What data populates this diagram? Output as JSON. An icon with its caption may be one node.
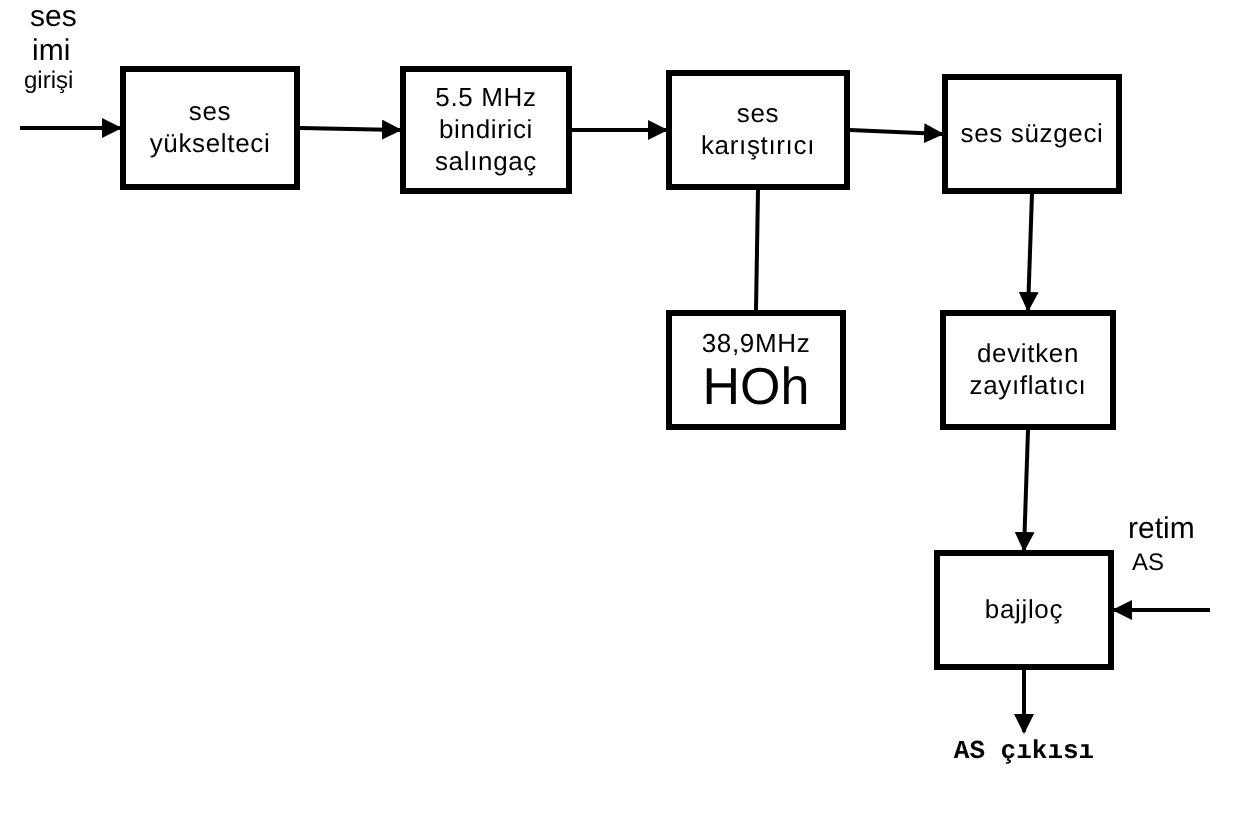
{
  "diagram": {
    "nodes": [
      {
        "text": [
          "ses yükselteci"
        ]
      },
      {
        "text": [
          "5.5 MHz bindirici salıngaç"
        ]
      },
      {
        "text": [
          "ses karıştırıcı"
        ]
      },
      {
        "text": [
          "ses süzgeci"
        ]
      },
      {
        "text": [
          "38,9MHz",
          "HOh"
        ]
      },
      {
        "text": [
          "devitken zayıflatıcı"
        ]
      },
      {
        "text": [
          "bajjloç"
        ]
      },
      {
        "text": [
          "AS çıkısı"
        ]
      }
    ],
    "edges": [
      {
        "from": null,
        "to": 0,
        "arrow": "to"
      },
      {
        "from": 0,
        "to": 1,
        "arrow": "to"
      },
      {
        "from": 1,
        "to": 2,
        "arrow": "to"
      },
      {
        "from": 2,
        "to": 3,
        "arrow": "to"
      },
      {
        "from": 2,
        "to": 4,
        "arrow": "none"
      },
      {
        "from": 3,
        "to": 5,
        "arrow": "to"
      },
      {
        "from": 5,
        "to": 6,
        "arrow": "to"
      },
      {
        "from": null,
        "to": 6,
        "arrow": "to"
      },
      {
        "from": 6,
        "to": 7,
        "arrow": "to"
      }
    ],
    "labels": [
      "ses",
      "imi",
      "girişi",
      "retim",
      "AS"
    ]
  }
}
